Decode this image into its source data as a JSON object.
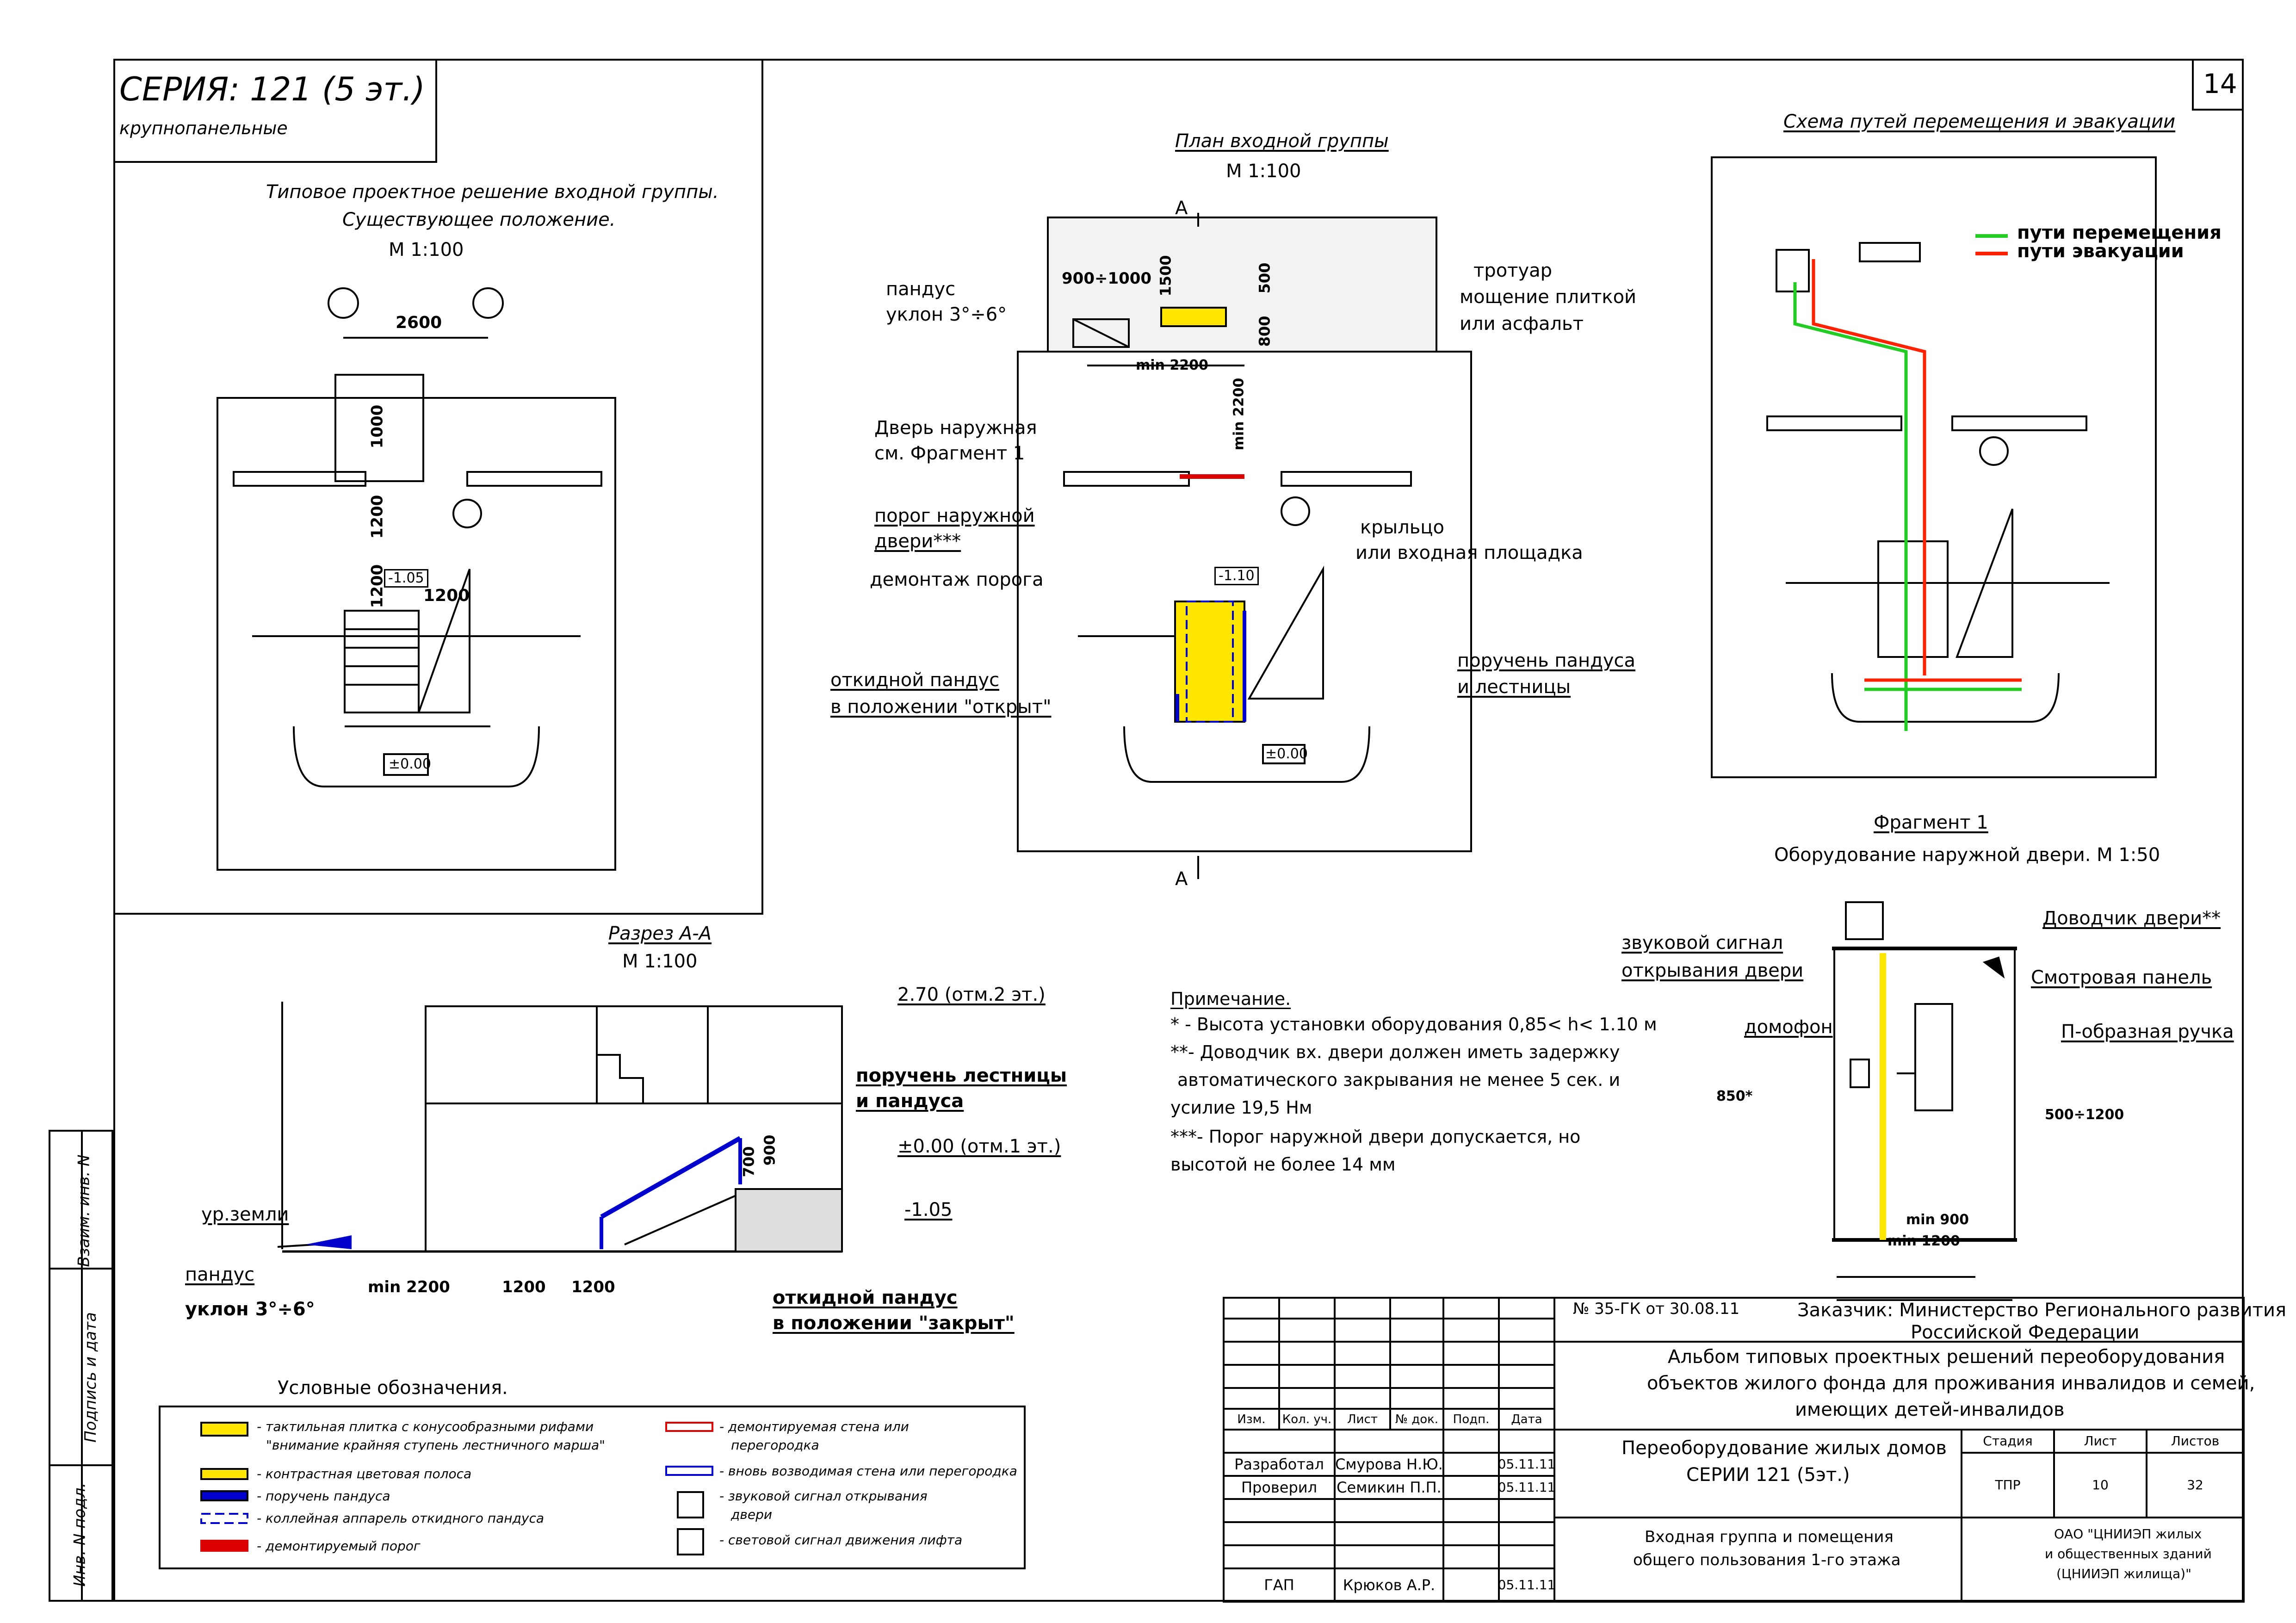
{
  "sheet": {
    "number": "14",
    "series_title": "СЕРИЯ: 121 (5 эт.)",
    "series_subtitle": "крупнопанельные"
  },
  "existing": {
    "title_1": "Типовое проектное решение входной группы.",
    "title_2": "Существующее положение.",
    "scale": "М 1:100",
    "dim_2600": "2600",
    "dim_1000": "1000",
    "dim_1200a": "1200",
    "dim_1200b": "1200",
    "dim_1200c": "1200",
    "level_105": "-1.05",
    "level_000": "±0.00"
  },
  "plan": {
    "title": "План входной группы",
    "scale": "М 1:100",
    "section_mark": "А",
    "dim_9001000": "900÷1000",
    "dim_1500": "1500",
    "dim_500": "500",
    "dim_800": "800",
    "dim_min2200": "min 2200",
    "dim_min2200_v": "min 2200",
    "level_110": "-1.10",
    "level_000": "±0.00",
    "callouts": {
      "ramp_1": "пандус",
      "ramp_2": "уклон 3°÷6°",
      "door_1": "Дверь наружная",
      "door_2": "см. Фрагмент 1",
      "threshold_1": "порог наружной",
      "threshold_2": "двери***",
      "threshold_removal": "демонтаж порога",
      "fold_ramp_1": "откидной пандус",
      "fold_ramp_2": "в положении \"открыт\"",
      "sidewalk_1": "тротуар",
      "sidewalk_2": "мощение плиткой",
      "sidewalk_3": "или асфальт",
      "porch_1": "крыльцо",
      "porch_2": "или входная площадка",
      "handrail_1": "поручень пандуса",
      "handrail_2": "и лестницы"
    }
  },
  "evac": {
    "title": "Схема путей перемещения и эвакуации",
    "legend_move": "пути перемещения",
    "legend_evac": "пути эвакуации",
    "color_move": "#22cc22",
    "color_evac": "#ff2200"
  },
  "section": {
    "title": "Разрез А-А",
    "scale": "М 1:100",
    "level_270": "2.70 (отм.2 эт.)",
    "level_000": "±0.00 (отм.1 эт.)",
    "level_105": "-1.05",
    "ground": "ур.земли",
    "ramp_1": "пандус",
    "ramp_2": "уклон 3°÷6°",
    "handrail_1": "поручень лестницы",
    "handrail_2": "и пандуса",
    "fold_1": "откидной пандус",
    "fold_2": "в положении \"закрыт\"",
    "dim_min2200": "min 2200",
    "dim_1200a": "1200",
    "dim_1200b": "1200",
    "dim_700": "700",
    "dim_900": "900"
  },
  "notes": {
    "title": "Примечание.",
    "n1": "* - Высота установки оборудования 0,85< h< 1.10 м",
    "n2a": "**- Доводчик вх. двери должен иметь задержку",
    "n2b": "автоматического закрывания не менее 5 сек. и",
    "n2c": "усилие 19,5 Нм",
    "n3a": "***-  Порог наружной двери допускается, но",
    "n3b": "высотой не более 14 мм"
  },
  "fragment": {
    "title": "Фрагмент 1",
    "subtitle": "Оборудование наружной двери. М 1:50",
    "sound_1": "звуковой сигнал",
    "sound_2": "открывания двери",
    "closer": "Доводчик двери**",
    "viewing": "Смотровая панель",
    "handle": "П-образная ручка",
    "intercom": "домофон",
    "dim_850": "850*",
    "dim_5001200": "500÷1200",
    "dim_min900": "min 900",
    "dim_min1200": "min 1200"
  },
  "legend": {
    "title": "Условные обозначения.",
    "l1a": "- тактильная плитка с конусообразными рифами",
    "l1b": "\"внимание крайняя ступень лестничного марша\"",
    "l2": "- контрастная цветовая полоса",
    "l3": "- поручень пандуса",
    "l4": "- коллейная аппарель откидного пандуса",
    "l5": "- демонтируемый порог",
    "r1a": "- демонтируемая стена или",
    "r1b": "перегородка",
    "r2": "- вновь возводимая стена или перегородка",
    "r3a": "- звуковой сигнал открывания",
    "r3b": "двери",
    "r4": "- световой сигнал движения лифта",
    "color_tactile": "#ffe600",
    "color_handrail": "#0000cc",
    "color_threshold": "#dd0000"
  },
  "side": {
    "s1": "Взаим. инв. N",
    "s2": "Подпись и дата",
    "s3": "Инв. N подл."
  },
  "title_block": {
    "order": "№ 35-ГК от 30.08.11",
    "customer_1": "Заказчик: Министерство Регионального развития",
    "customer_2": "Российской Федерации",
    "album_1": "Альбом типовых проектных решений переоборудования",
    "album_2": "объектов жилого фонда для проживания инвалидов и семей,",
    "album_3": "имеющих детей-инвалидов",
    "headers": [
      "Изм.",
      "Кол. уч.",
      "Лист",
      "№ док.",
      "Подп.",
      "Дата"
    ],
    "roles": [
      {
        "role": "Разработал",
        "name": "Смурова Н.Ю.",
        "date": "05.11.11"
      },
      {
        "role": "Проверил",
        "name": "Семикин П.П.",
        "date": "05.11.11"
      },
      {
        "role": "ГАП",
        "name": "Крюков А.Р.",
        "date": "05.11.11"
      }
    ],
    "doc_1": "Переоборудование жилых домов",
    "doc_2": "СЕРИИ 121 (5эт.)",
    "sheet_1": "Входная группа и помещения",
    "sheet_2": "общего пользования 1-го этажа",
    "stage_h": "Стадия",
    "list_h": "Лист",
    "lists_h": "Листов",
    "stage": "ТПР",
    "list": "10",
    "lists": "32",
    "org_1": "ОАО \"ЦНИИЭП жилых",
    "org_2": "и общественных зданий",
    "org_3": "(ЦНИИЭП жилища)\""
  }
}
